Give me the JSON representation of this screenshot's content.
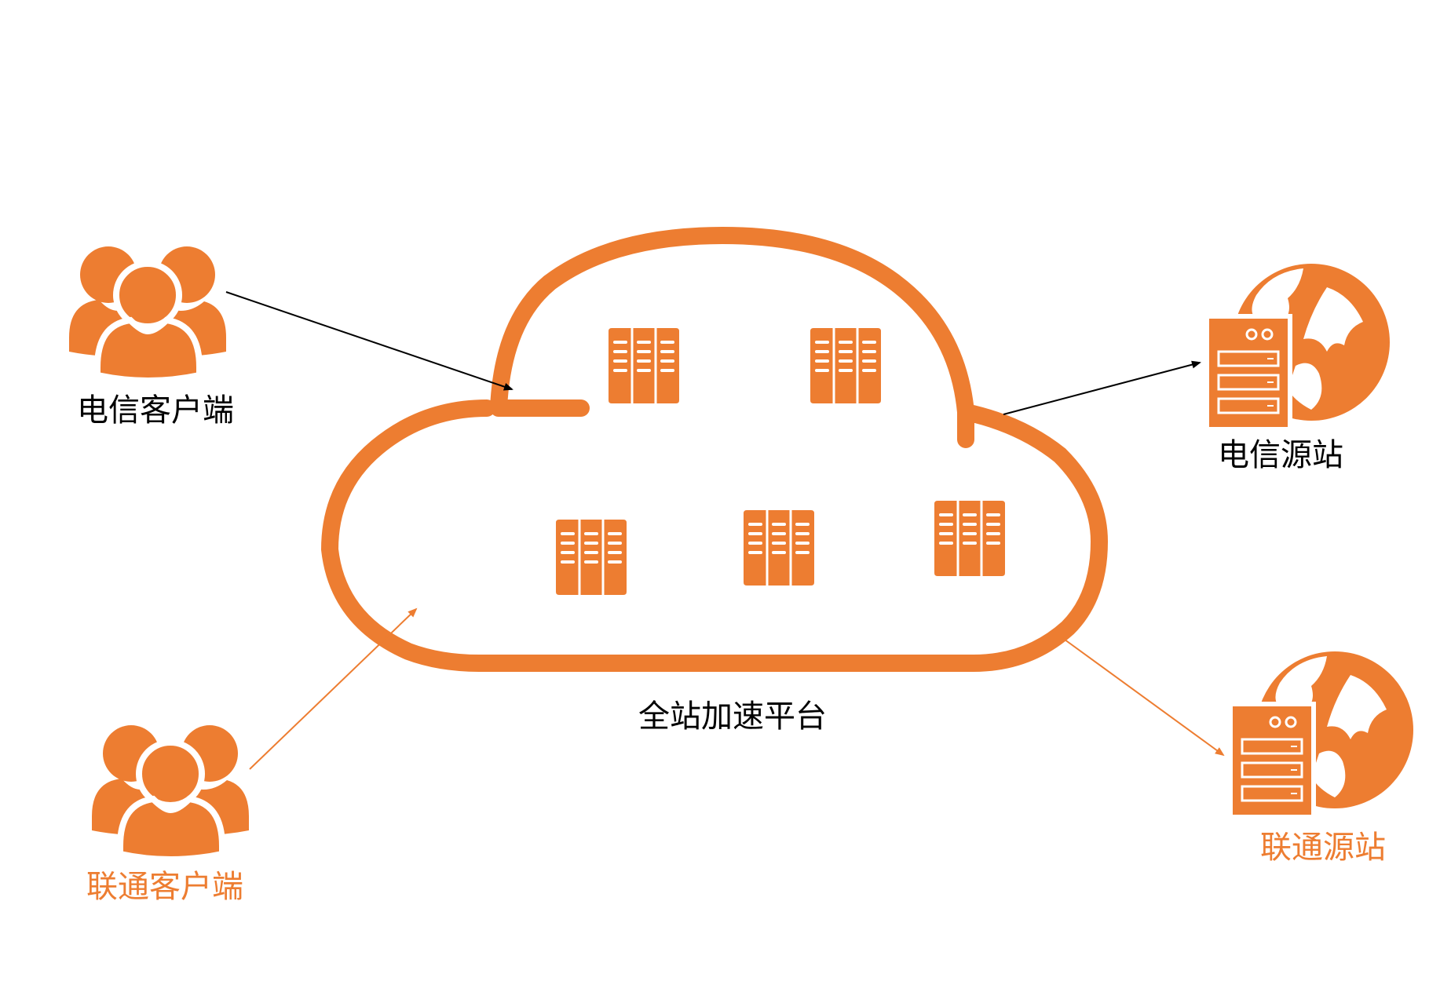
{
  "labels": {
    "telecom_client": "电信客户端",
    "unicom_client": "联通客户端",
    "platform": "全站加速平台",
    "telecom_origin": "电信源站",
    "unicom_origin": "联通源站"
  },
  "icons": {
    "client": "users-group-icon",
    "server_rack": "server-rack-icon",
    "origin": "server-globe-icon"
  },
  "colors": {
    "accent": "#ED7D31",
    "text_dark": "#000000",
    "arrow_dark": "#000000",
    "arrow_accent": "#ED7D31"
  }
}
